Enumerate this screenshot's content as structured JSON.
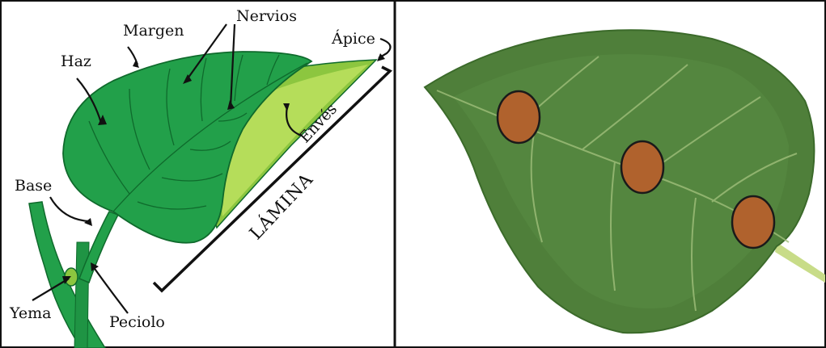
{
  "labels": {
    "haz": "Haz",
    "margen": "Margen",
    "nervios": "Nervios",
    "apice": "Ápice",
    "enves": "Envés",
    "base": "Base",
    "lamina": "LÁMINA",
    "yema": "Yema",
    "peciolo": "Peciolo"
  },
  "colors": {
    "leaf_dark": "#22a04a",
    "leaf_mid": "#1f9444",
    "underside": "#8cc63f",
    "underside_light": "#b5dd5a",
    "vein": "#0f6a2c",
    "photo_leaf": "#4f7f3a",
    "spot": "#b0622d",
    "divider": "#111111"
  },
  "spots_count": 3
}
